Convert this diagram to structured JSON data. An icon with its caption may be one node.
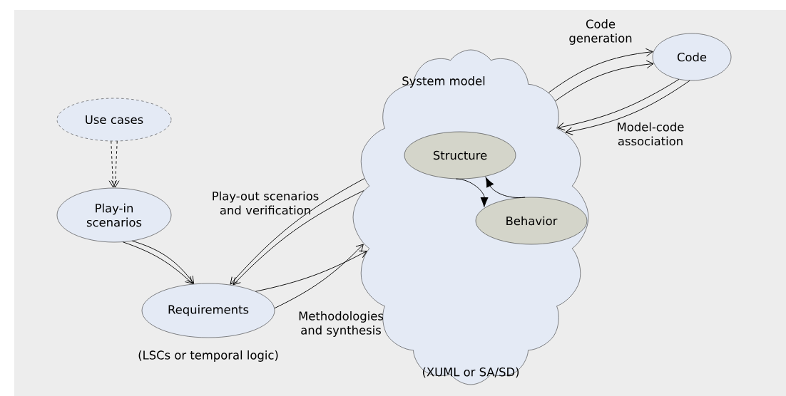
{
  "diagram": {
    "nodes": [
      {
        "text": [
          "Use cases"
        ]
      },
      {
        "text": [
          "Play-in scenarios"
        ]
      },
      {
        "text": [
          "Requirements"
        ],
        "beside": [
          "(LSCs or temporal logic)"
        ]
      },
      {
        "text": [
          "System model"
        ],
        "beside": [
          "(XUML or SA/SD)"
        ]
      },
      {
        "text": [
          "Structure"
        ],
        "in": 3
      },
      {
        "text": [
          "Behavior"
        ],
        "in": 3
      },
      {
        "text": [
          "Code"
        ]
      }
    ],
    "edges": [
      {
        "from": 0,
        "to": 1,
        "arrow": "to",
        "style": "dashed"
      },
      {
        "from": 0,
        "to": 1,
        "arrow": "to",
        "style": "dashed"
      },
      {
        "from": 1,
        "to": 2,
        "arrow": "to"
      },
      {
        "from": 1,
        "to": 2,
        "arrow": "to"
      },
      {
        "from": 3,
        "to": 2,
        "arrow": "to",
        "label": "Play-out scenarios and verification"
      },
      {
        "from": 3,
        "to": 2,
        "arrow": "to"
      },
      {
        "from": 2,
        "to": 3,
        "arrow": "to"
      },
      {
        "from": 2,
        "to": 3,
        "arrow": "to",
        "label": "Methodologies and synthesis"
      },
      {
        "from": 3,
        "to": 6,
        "arrow": "to",
        "label": "Code generation"
      },
      {
        "from": 3,
        "to": 6,
        "arrow": "to"
      },
      {
        "from": 6,
        "to": 3,
        "arrow": "to",
        "label": "Model-code association"
      },
      {
        "from": 6,
        "to": 3,
        "arrow": "to"
      },
      {
        "from": 4,
        "to": 5,
        "arrow": "to"
      },
      {
        "from": 5,
        "to": 4,
        "arrow": "to"
      }
    ]
  }
}
